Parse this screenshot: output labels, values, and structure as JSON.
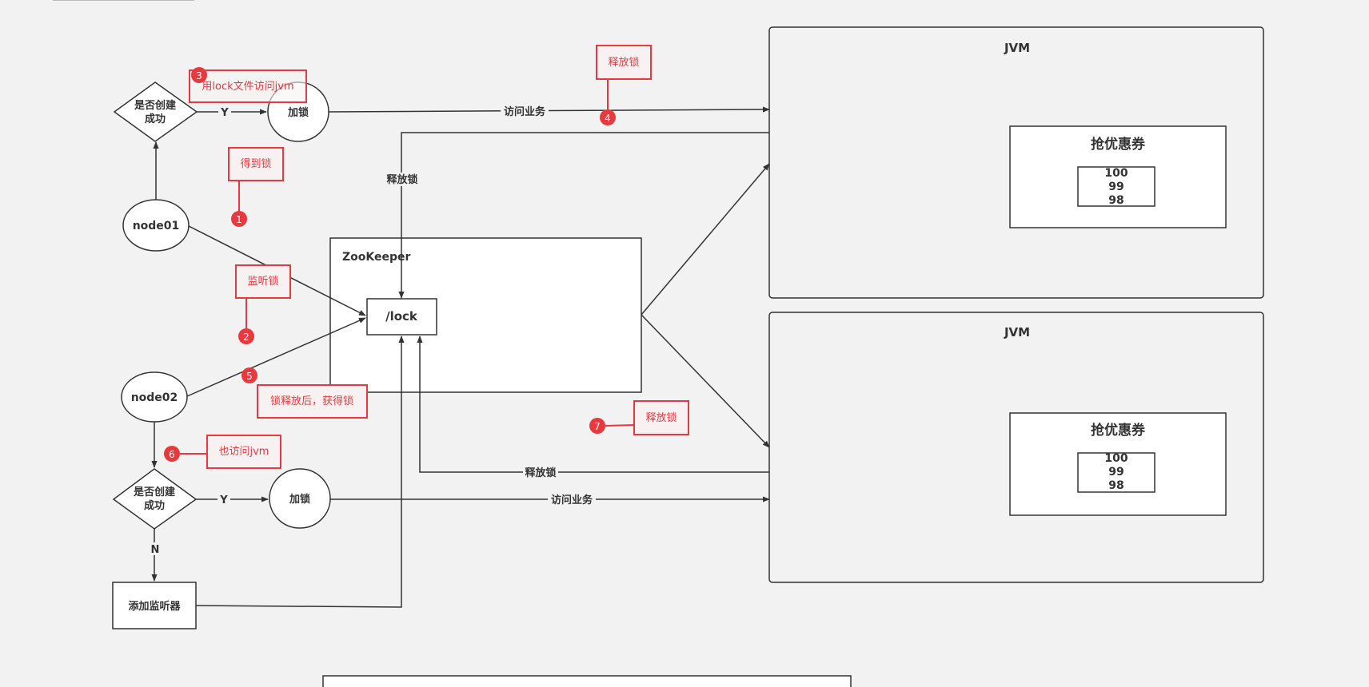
{
  "jvm1": {
    "title": "JVM",
    "panel": "抢优惠券",
    "values": [
      "100",
      "99",
      "98"
    ]
  },
  "jvm2": {
    "title": "JVM",
    "panel": "抢优惠券",
    "values": [
      "100",
      "99",
      "98"
    ]
  },
  "zookeeper": {
    "title": "ZooKeeper",
    "node": "/lock"
  },
  "node01": {
    "label": "node01",
    "decision": [
      "是否创建",
      "成功"
    ],
    "yes": "Y",
    "lock": "加锁"
  },
  "node02": {
    "label": "node02",
    "decision": [
      "是否创建",
      "成功"
    ],
    "yes": "Y",
    "no": "N",
    "lock": "加锁",
    "listener": "添加监听器"
  },
  "edges": {
    "access1": "访问业务",
    "release1": "释放锁",
    "access2": "访问业务",
    "release2": "释放锁"
  },
  "annotations": [
    {
      "num": "1",
      "text": "得到锁"
    },
    {
      "num": "2",
      "text": "监听锁"
    },
    {
      "num": "3",
      "text": "用lock文件访问jvm"
    },
    {
      "num": "4",
      "text": "释放锁"
    },
    {
      "num": "5",
      "text": "锁释放后，获得锁"
    },
    {
      "num": "6",
      "text": "也访问jvm"
    },
    {
      "num": "7",
      "text": "释放锁"
    }
  ],
  "colors": {
    "annotation": "#e8393e",
    "line": "#333333",
    "background": "#f2f2f2"
  }
}
